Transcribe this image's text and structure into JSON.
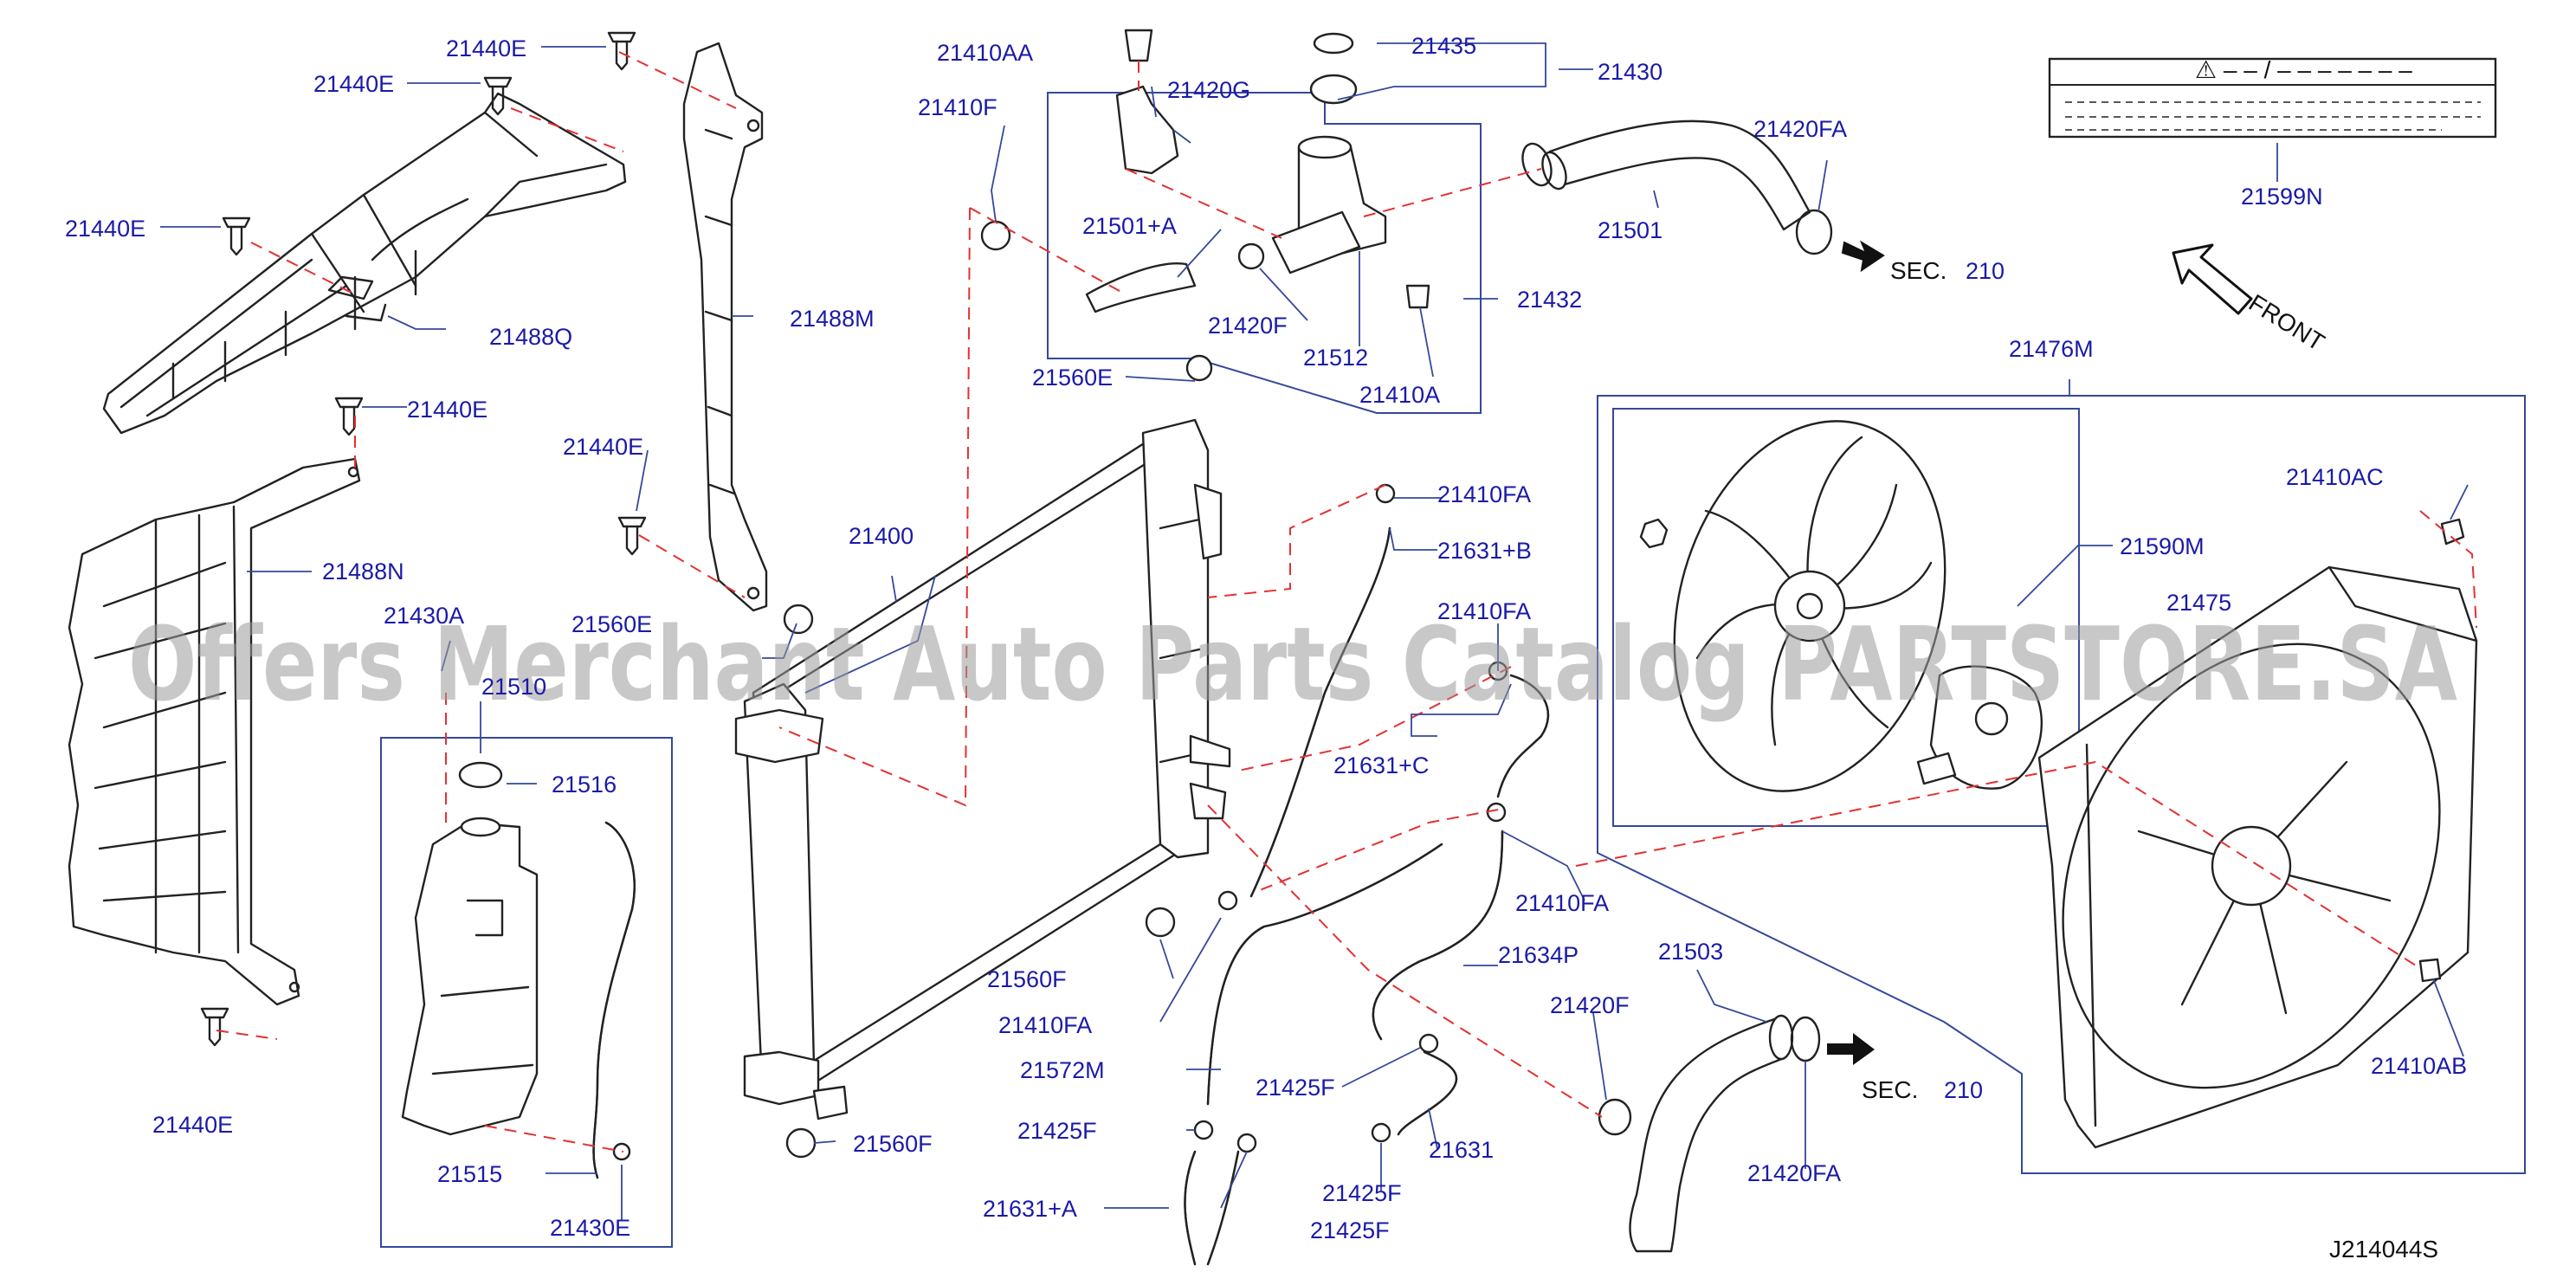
{
  "labels": {
    "p21440E_a": "21440E",
    "p21440E_b": "21440E",
    "p21440E_c": "21440E",
    "p21440E_d": "21440E",
    "p21440E_e": "21440E",
    "p21440E_f": "21440E",
    "p21488Q": "21488Q",
    "p21488M": "21488M",
    "p21488N": "21488N",
    "p21430A": "21430A",
    "p21510": "21510",
    "p21516": "21516",
    "p21515": "21515",
    "p21430E": "21430E",
    "p21410AA": "21410AA",
    "p21410F": "21410F",
    "p21420G": "21420G",
    "p21501A": "21501+A",
    "p21420F_a": "21420F",
    "p21512": "21512",
    "p21410A": "21410A",
    "p21432": "21432",
    "p21435": "21435",
    "p21430": "21430",
    "p21501": "21501",
    "p21420FA_a": "21420FA",
    "p21599N": "21599N",
    "p21476M": "21476M",
    "p21560E_a": "21560E",
    "p21560E_b": "21560E",
    "p21400": "21400",
    "p21410FA_a": "21410FA",
    "p21631B": "21631+B",
    "p21410FA_b": "21410FA",
    "p21631C": "21631+C",
    "p21410FA_c": "21410FA",
    "p21634P": "21634P",
    "p21560F_a": "21560F",
    "p21410FA_d": "21410FA",
    "p21572M": "21572M",
    "p21425F_a": "21425F",
    "p21425F_b": "21425F",
    "p21425F_c": "21425F",
    "p21425F_d": "21425F",
    "p21631": "21631",
    "p21631A": "21631+A",
    "p21560F_b": "21560F",
    "p21503": "21503",
    "p21420F_b": "21420F",
    "p21420FA_b": "21420FA",
    "p21590M": "21590M",
    "p21475": "21475",
    "p21410AC": "21410AC",
    "p21410AB": "21410AB"
  },
  "sec_refs": {
    "sec_label_1": "SEC.",
    "sec_number_1": "210",
    "sec_label_2": "SEC.",
    "sec_number_2": "210"
  },
  "front_label": "FRONT",
  "caution_label": "⚠ – – / – – – – – – –",
  "diagram_code": "J214044S",
  "watermark": "Offers Merchant Auto Parts Catalog PARTSTORE.SA",
  "colors": {
    "label_blue": "#1a1aa8",
    "leader_blue": "#35489a",
    "dash_red": "#e33131",
    "line_black": "#222222"
  }
}
